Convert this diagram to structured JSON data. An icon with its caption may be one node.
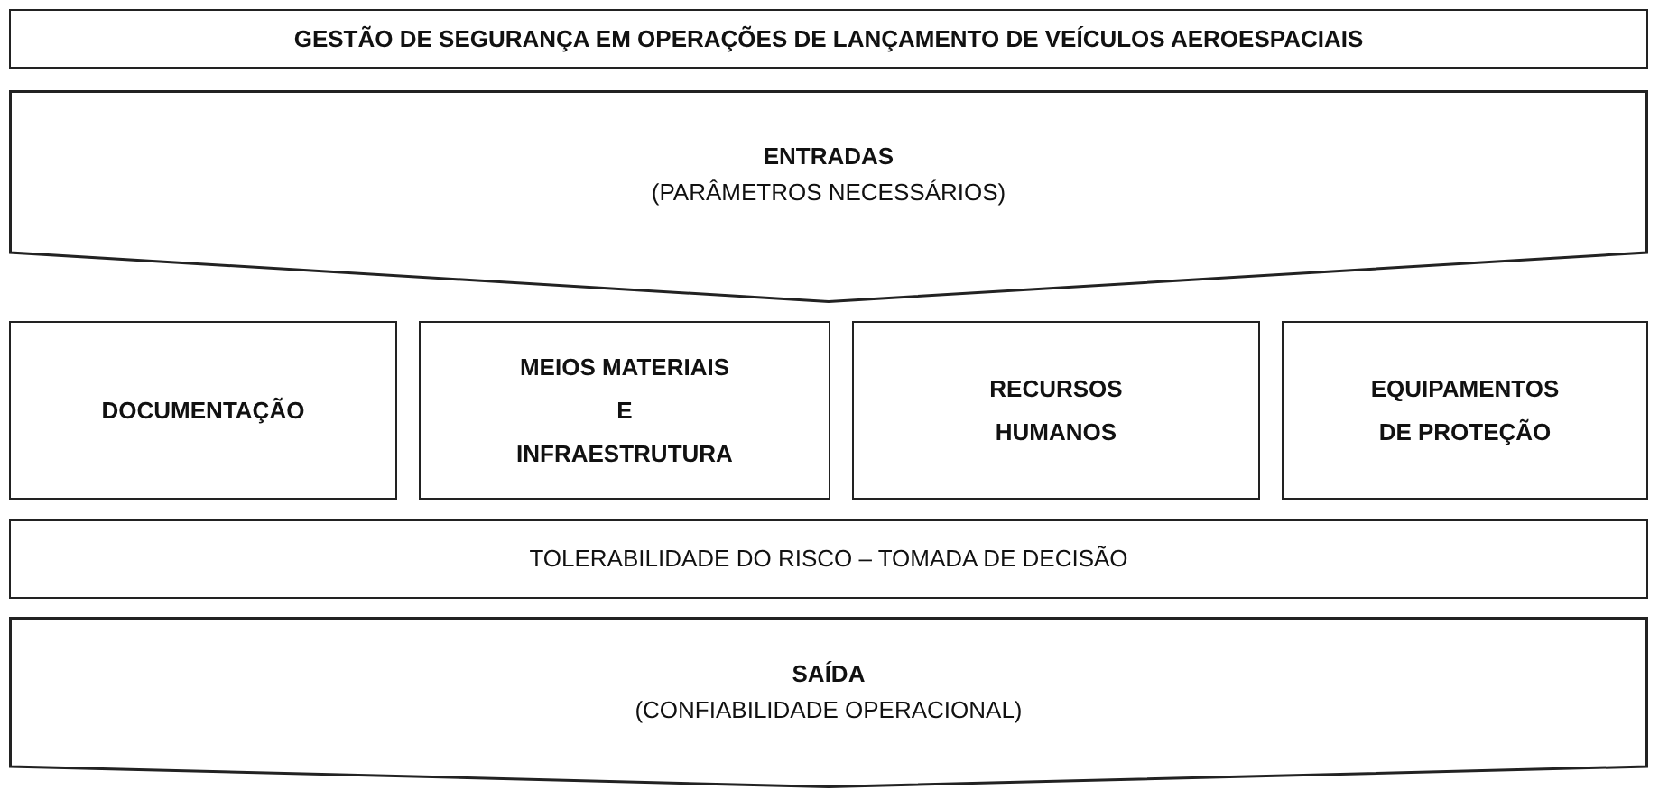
{
  "diagram": {
    "nodes": [
      {
        "text": [
          "GESTÃO DE SEGURANÇA EM OPERAÇÕES DE LANÇAMENTO DE VEÍCULOS AEROESPACIAIS"
        ]
      },
      {
        "text": [
          "ENTRADAS",
          "(PARÂMETROS NECESSÁRIOS)"
        ]
      },
      {
        "text": [
          "DOCUMENTAÇÃO"
        ]
      },
      {
        "text": [
          "MEIOS MATERIAIS E INFRAESTRUTURA"
        ]
      },
      {
        "text": [
          "RECURSOS HUMANOS"
        ]
      },
      {
        "text": [
          "EQUIPAMENTOS DE PROTEÇÃO"
        ]
      },
      {
        "text": [
          "TOLERABILIDADE DO RISCO – TOMADA DE DECISÃO"
        ]
      },
      {
        "text": [
          "SAÍDA",
          "(CONFIABILIDADE OPERACIONAL)"
        ]
      }
    ],
    "edges": []
  }
}
